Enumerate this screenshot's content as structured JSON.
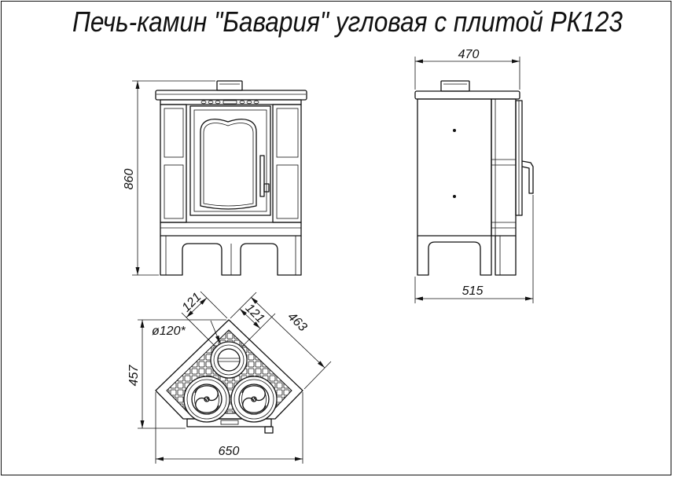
{
  "title": "Печь-камин \"Бавария\" угловая с плитой РК123",
  "front_view": {
    "height_label": "860"
  },
  "side_view": {
    "width_label": "470",
    "depth_label": "515"
  },
  "top_view": {
    "offset_left_label": "121",
    "offset_right_label": "121",
    "side_length_label": "463",
    "flue_diameter_label": "ø120*",
    "depth_label": "457",
    "width_label": "650"
  },
  "colors": {
    "line": "#111111",
    "background": "#ffffff"
  }
}
